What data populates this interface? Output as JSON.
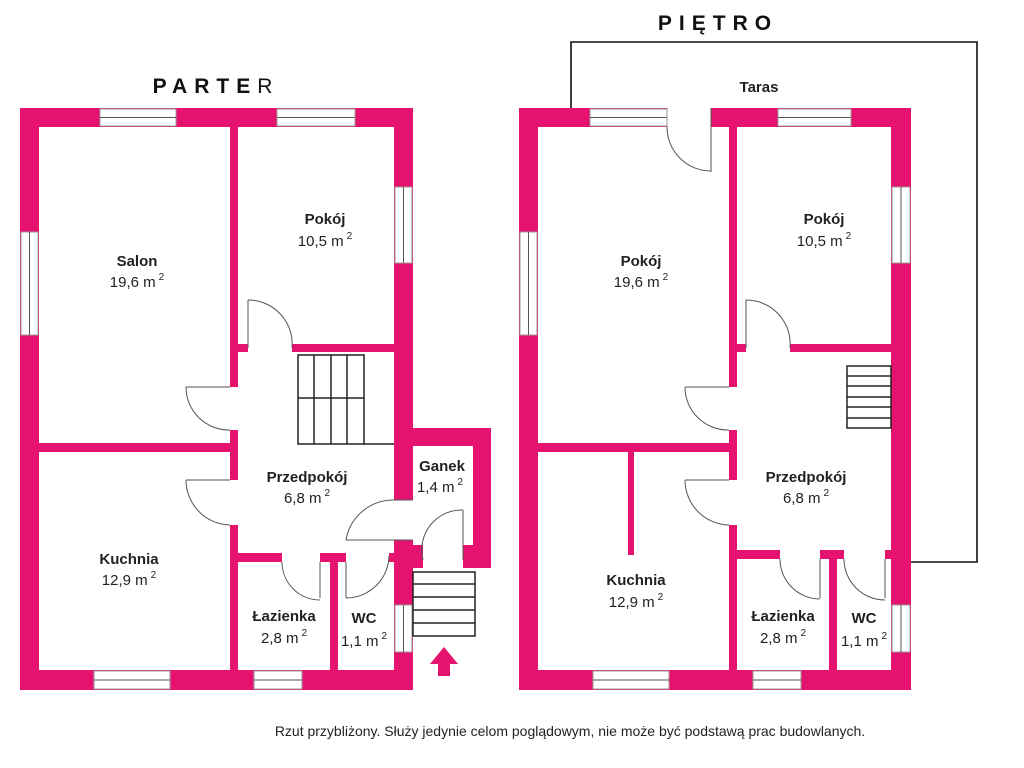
{
  "floors": {
    "ground": {
      "title_main": "PARTE",
      "title_last": "R",
      "rooms": {
        "salon": {
          "name": "Salon",
          "area": "19,6 m",
          "unit_sup": "2"
        },
        "pokoj": {
          "name": "Pokój",
          "area": "10,5 m",
          "unit_sup": "2"
        },
        "przedpokoj": {
          "name": "Przedpokój",
          "area": "6,8 m",
          "unit_sup": "2"
        },
        "ganek": {
          "name": "Ganek",
          "area": "1,4 m",
          "unit_sup": "2"
        },
        "kuchnia": {
          "name": "Kuchnia",
          "area": "12,9 m",
          "unit_sup": "2"
        },
        "lazienka": {
          "name": "Łazienka",
          "area": "2,8 m",
          "unit_sup": "2"
        },
        "wc": {
          "name": "WC",
          "area": "1,1 m",
          "unit_sup": "2"
        }
      }
    },
    "upper": {
      "title": "PIĘTRO",
      "terrace_label": "Taras",
      "rooms": {
        "pokoj_large": {
          "name": "Pokój",
          "area": "19,6 m",
          "unit_sup": "2"
        },
        "pokoj": {
          "name": "Pokój",
          "area": "10,5 m",
          "unit_sup": "2"
        },
        "przedpokoj": {
          "name": "Przedpokój",
          "area": "6,8 m",
          "unit_sup": "2"
        },
        "kuchnia": {
          "name": "Kuchnia",
          "area": "12,9 m",
          "unit_sup": "2"
        },
        "lazienka": {
          "name": "Łazienka",
          "area": "2,8 m",
          "unit_sup": "2"
        },
        "wc": {
          "name": "WC",
          "area": "1,1 m",
          "unit_sup": "2"
        }
      }
    }
  },
  "disclaimer": "Rzut przybliżony. Służy jedynie celom poglądowym, nie może być podstawą prac budowlanych.",
  "colors": {
    "wall": "#e5136f",
    "background": "#ffffff",
    "line": "#111111"
  },
  "icons": {
    "entrance": "arrow-up-icon"
  }
}
